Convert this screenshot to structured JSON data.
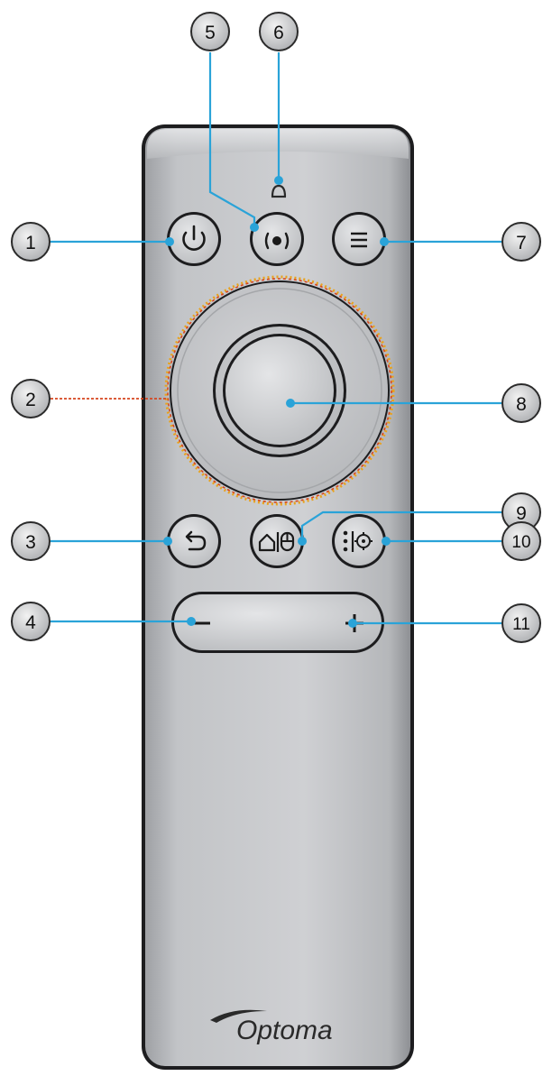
{
  "brand": {
    "name": "Optoma"
  },
  "colors": {
    "leader_blue": "#2aa3d8",
    "leader_red": "#d6461f",
    "highlight_ring": "#e8a21d",
    "remote_body": "#c8c9cc",
    "button_face": "#d6d7da"
  },
  "buttons": [
    {
      "id": "power",
      "icon": "power-icon"
    },
    {
      "id": "laser",
      "icon": "laser-icon"
    },
    {
      "id": "menu",
      "icon": "menu-icon"
    },
    {
      "id": "back",
      "icon": "back-icon"
    },
    {
      "id": "home-mouse",
      "icon": "home-mouse-icon"
    },
    {
      "id": "options-cursor",
      "icon": "options-cursor-icon"
    },
    {
      "id": "volume-down",
      "icon": "minus-icon"
    },
    {
      "id": "volume-up",
      "icon": "plus-icon"
    },
    {
      "id": "center-ok",
      "icon": "ok-icon"
    },
    {
      "id": "touchpad-ring",
      "icon": "ring-icon"
    }
  ],
  "callouts": [
    {
      "label": "1"
    },
    {
      "label": "2"
    },
    {
      "label": "3"
    },
    {
      "label": "4"
    },
    {
      "label": "5"
    },
    {
      "label": "6"
    },
    {
      "label": "7"
    },
    {
      "label": "8"
    },
    {
      "label": "9"
    },
    {
      "label": "10"
    },
    {
      "label": "11"
    }
  ]
}
